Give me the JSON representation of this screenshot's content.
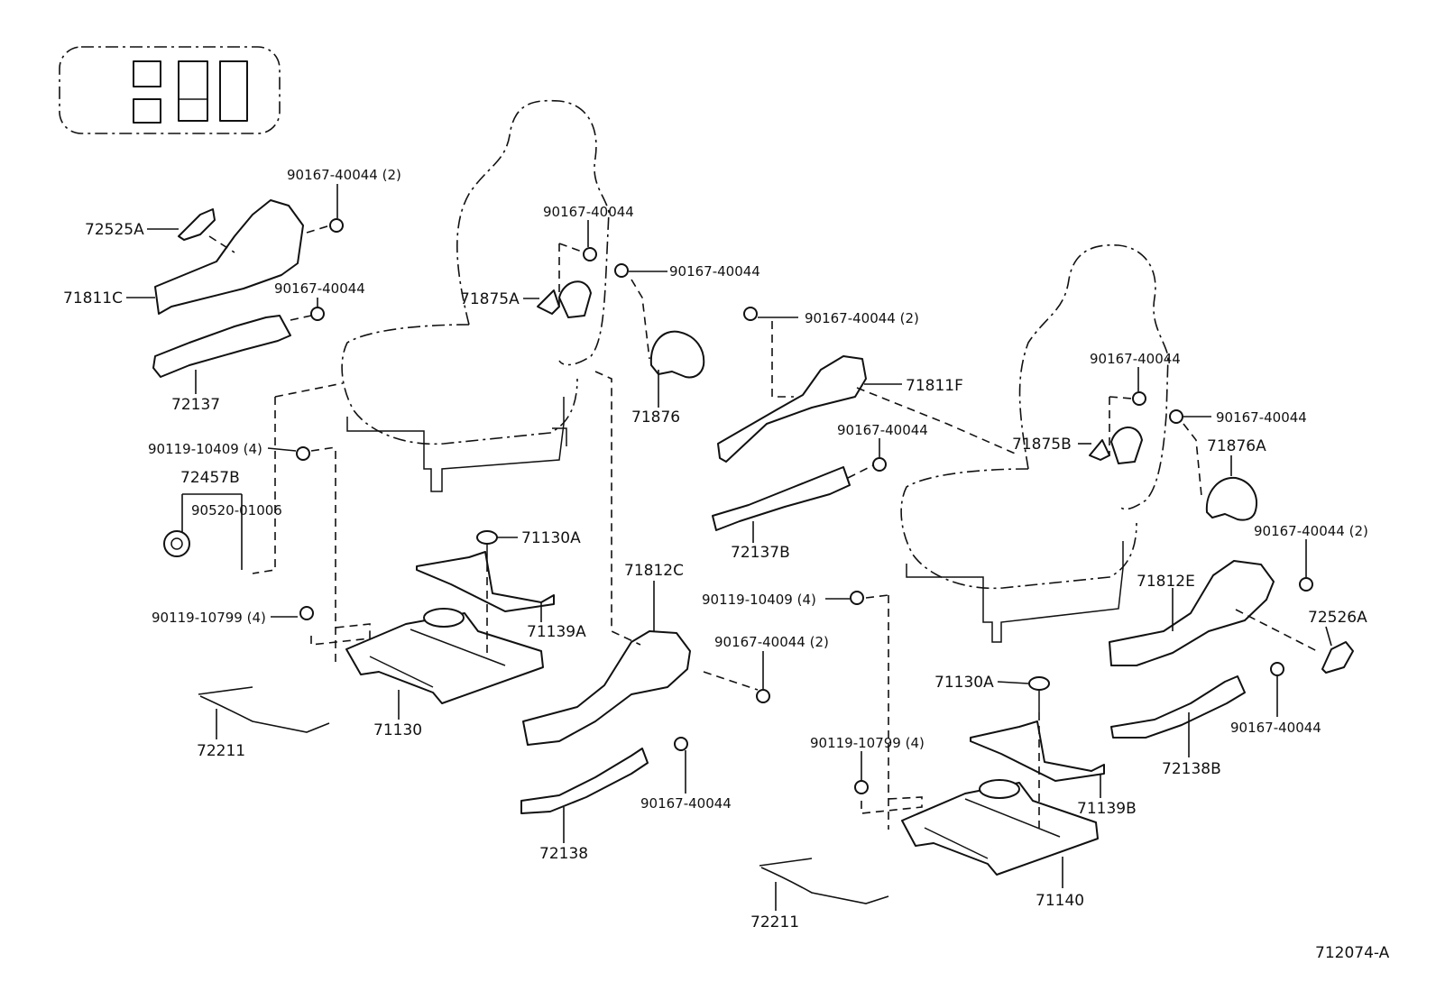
{
  "labels": {
    "p72525A": "72525A",
    "p90167_40044_2_a": "90167-40044 (2)",
    "p71811C": "71811C",
    "p90167_40044_a": "90167-40044",
    "p72137": "72137",
    "p90167_40044_b": "90167-40044",
    "p90167_40044_c": "90167-40044",
    "p71875A": "71875A",
    "p71876": "71876",
    "p90119_10409_4_a": "90119-10409 (4)",
    "p72457B": "72457B",
    "p90520_01006": "90520-01006",
    "p71130A_a": "71130A",
    "p71139A": "71139A",
    "p90119_10799_4_a": "90119-10799 (4)",
    "p71812C": "71812C",
    "p71130": "71130",
    "p72211_a": "72211",
    "p90167_40044_2_b": "90167-40044 (2)",
    "p90167_40044_d": "90167-40044",
    "p72138": "72138",
    "p90167_40044_2_c": "90167-40044 (2)",
    "p71811F": "71811F",
    "p90167_40044_e": "90167-40044",
    "p72137B": "72137B",
    "p90167_40044_f": "90167-40044",
    "p90167_40044_g": "90167-40044",
    "p71875B": "71875B",
    "p71876A": "71876A",
    "p90167_40044_2_d": "90167-40044 (2)",
    "p71812E": "71812E",
    "p72526A": "72526A",
    "p90119_10409_4_b": "90119-10409 (4)",
    "p71130A_b": "71130A",
    "p90167_40044_h": "90167-40044",
    "p72138B": "72138B",
    "p90119_10799_4_b": "90119-10799 (4)",
    "p71139B": "71139B",
    "p71140": "71140",
    "p72211_b": "72211",
    "figure_code": "712074-A"
  }
}
